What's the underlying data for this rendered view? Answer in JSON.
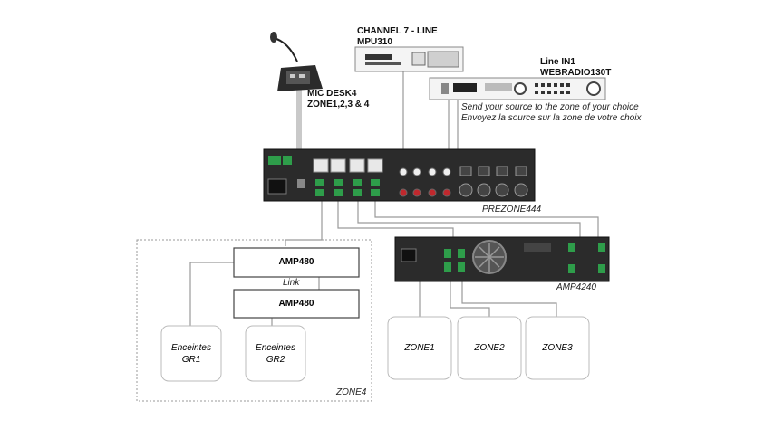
{
  "sources": {
    "channel7": {
      "line1": "CHANNEL 7 - LINE",
      "line2": "MPU310"
    },
    "linein1": {
      "line1": "Line IN1",
      "line2": "WEBRADIO130T"
    },
    "send_note": {
      "line1": "Send your source to the zone of your choice",
      "line2": "Envoyez la source sur la zone de votre choix"
    },
    "mic": {
      "line1": "MIC DESK4",
      "line2": "ZONE1,2,3 & 4"
    }
  },
  "devices": {
    "prezone": "PREZONE444",
    "amp4240": "AMP4240",
    "amp480_top": "AMP480",
    "amp480_bottom": "AMP480",
    "link": "Link"
  },
  "zones": {
    "zone1": "ZONE1",
    "zone2": "ZONE2",
    "zone3": "ZONE3",
    "zone4": "ZONE4",
    "speakers_gr1": {
      "line1": "Enceintes",
      "line2": "GR1"
    },
    "speakers_gr2": {
      "line1": "Enceintes",
      "line2": "GR2"
    }
  },
  "colors": {
    "device_dark": "#2b2b2b",
    "device_light": "#f2f2f2",
    "connector_green": "#2e9d4a",
    "connector_red": "#c0282d",
    "cable": "#9a9a9a"
  }
}
